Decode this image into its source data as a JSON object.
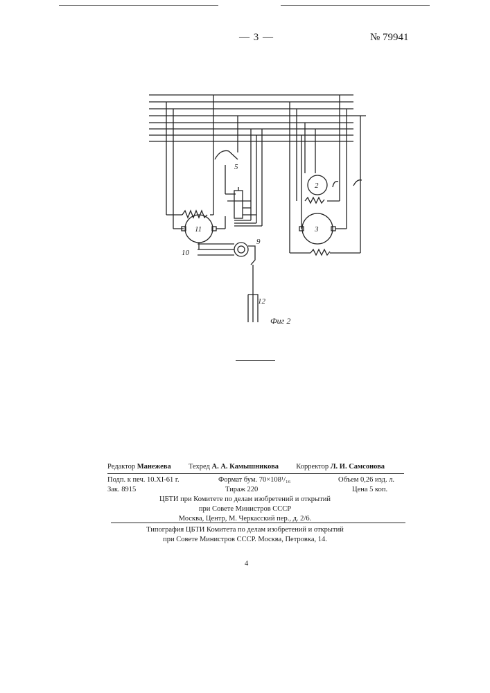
{
  "header": {
    "page_number": "— 3 —",
    "patent_number": "№ 79941"
  },
  "figure": {
    "caption": "Фиг 2",
    "labels": {
      "l2": "2",
      "l3": "3",
      "l5": "5",
      "l9": "9",
      "l10": "10",
      "l11": "11",
      "l12": "12"
    }
  },
  "credits": {
    "editor_role": "Редактор",
    "editor_name": "Манежева",
    "techred_role": "Техред",
    "techred_name": "А. А. Камышникова",
    "corrector_role": "Корректор",
    "corrector_name": "Л. И. Самсонова"
  },
  "imprint": {
    "signed": "Подп. к печ. 10.XI-61 г.",
    "format": "Формат бум. 70×108¹/₁₆",
    "volume": "Объем 0,26 изд. л.",
    "order": "Зак. 8915",
    "print_run": "Тираж 220",
    "price": "Цена 5 коп.",
    "org_line1": "ЦБТИ при Комитете по делам изобретений и открытий",
    "org_line2": "при Совете Министров СССР",
    "org_address": "Москва, Центр, М. Черкасский пер., д. 2/6."
  },
  "typography": {
    "line1": "Типография ЦБТИ Комитета по делам изобретений и открытий",
    "line2": "при Совете Министров СССР. Москва, Петровка, 14."
  },
  "footer": {
    "page_number": "4"
  }
}
